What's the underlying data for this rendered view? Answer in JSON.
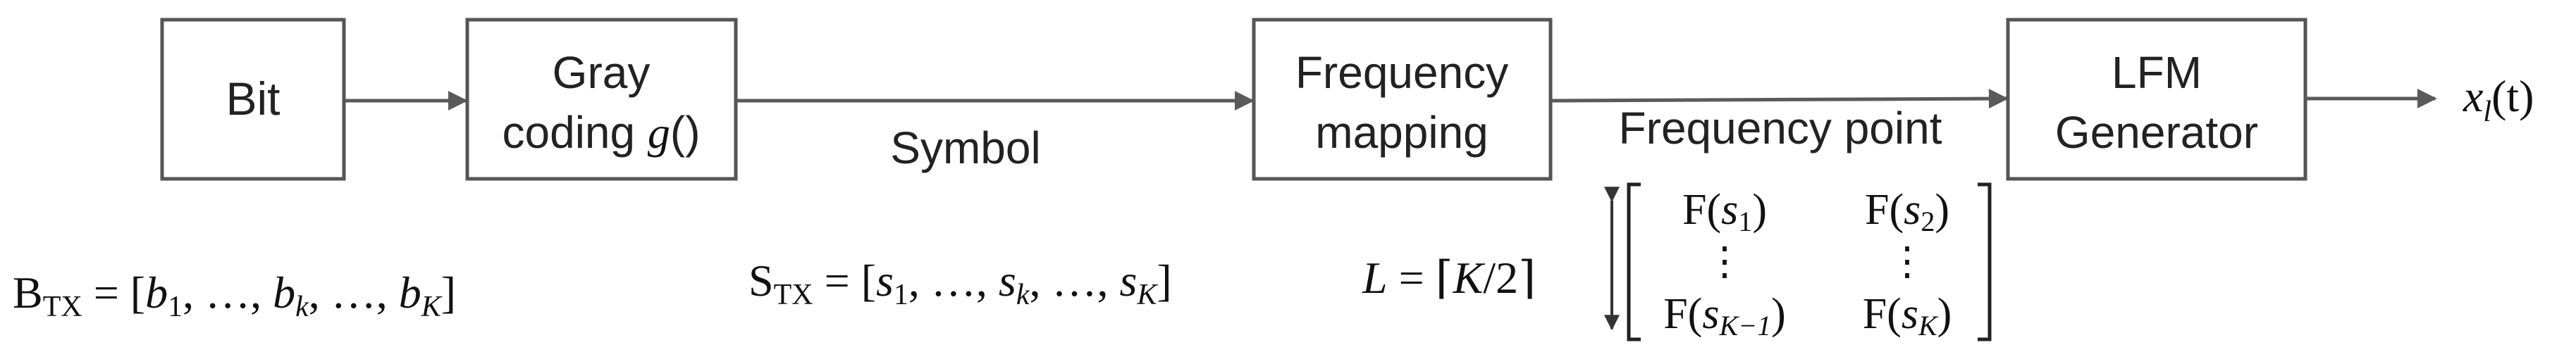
{
  "blocks": {
    "bit": "Bit",
    "gray_line1": "Gray",
    "gray_line2": "coding ",
    "gray_func": "g",
    "gray_parens": "()",
    "freq_map_line1": "Frequency",
    "freq_map_line2": "mapping",
    "lfm_line1": "LFM",
    "lfm_line2": "Generator"
  },
  "labels": {
    "symbol": "Symbol",
    "frequency_point": "Frequency point",
    "output_x": "x",
    "output_sub": "l",
    "output_arg": "(t)"
  },
  "equations": {
    "bits_name": "B",
    "bits_sub": "TX",
    "bits_rhs_open": " = [",
    "bits_elems": [
      {
        "base": "b",
        "sub": "1"
      },
      {
        "base": "b",
        "sub": "k"
      },
      {
        "base": "b",
        "sub": "K"
      }
    ],
    "ellipsis": "…",
    "comma": ", ",
    "close_bracket": "]",
    "symbols_name": "S",
    "symbols_sub": "TX",
    "symbols_elems": [
      {
        "base": "s",
        "sub": "1"
      },
      {
        "base": "s",
        "sub": "k"
      },
      {
        "base": "s",
        "sub": "K"
      }
    ],
    "L_lhs": "L",
    "L_eq": " = ⌈",
    "L_K": "K",
    "L_rest": "/2⌉"
  },
  "matrix": {
    "F": "F(",
    "close": ")",
    "entries": {
      "r1c1": {
        "base": "s",
        "sub": "1"
      },
      "r1c2": {
        "base": "s",
        "sub": "2"
      },
      "r2c1": {
        "base": "s",
        "sub": "K−1"
      },
      "r2c2": {
        "base": "s",
        "sub": "K"
      }
    },
    "vdots": "⋮"
  },
  "colors": {
    "stroke": "#555555",
    "text": "#222222"
  }
}
